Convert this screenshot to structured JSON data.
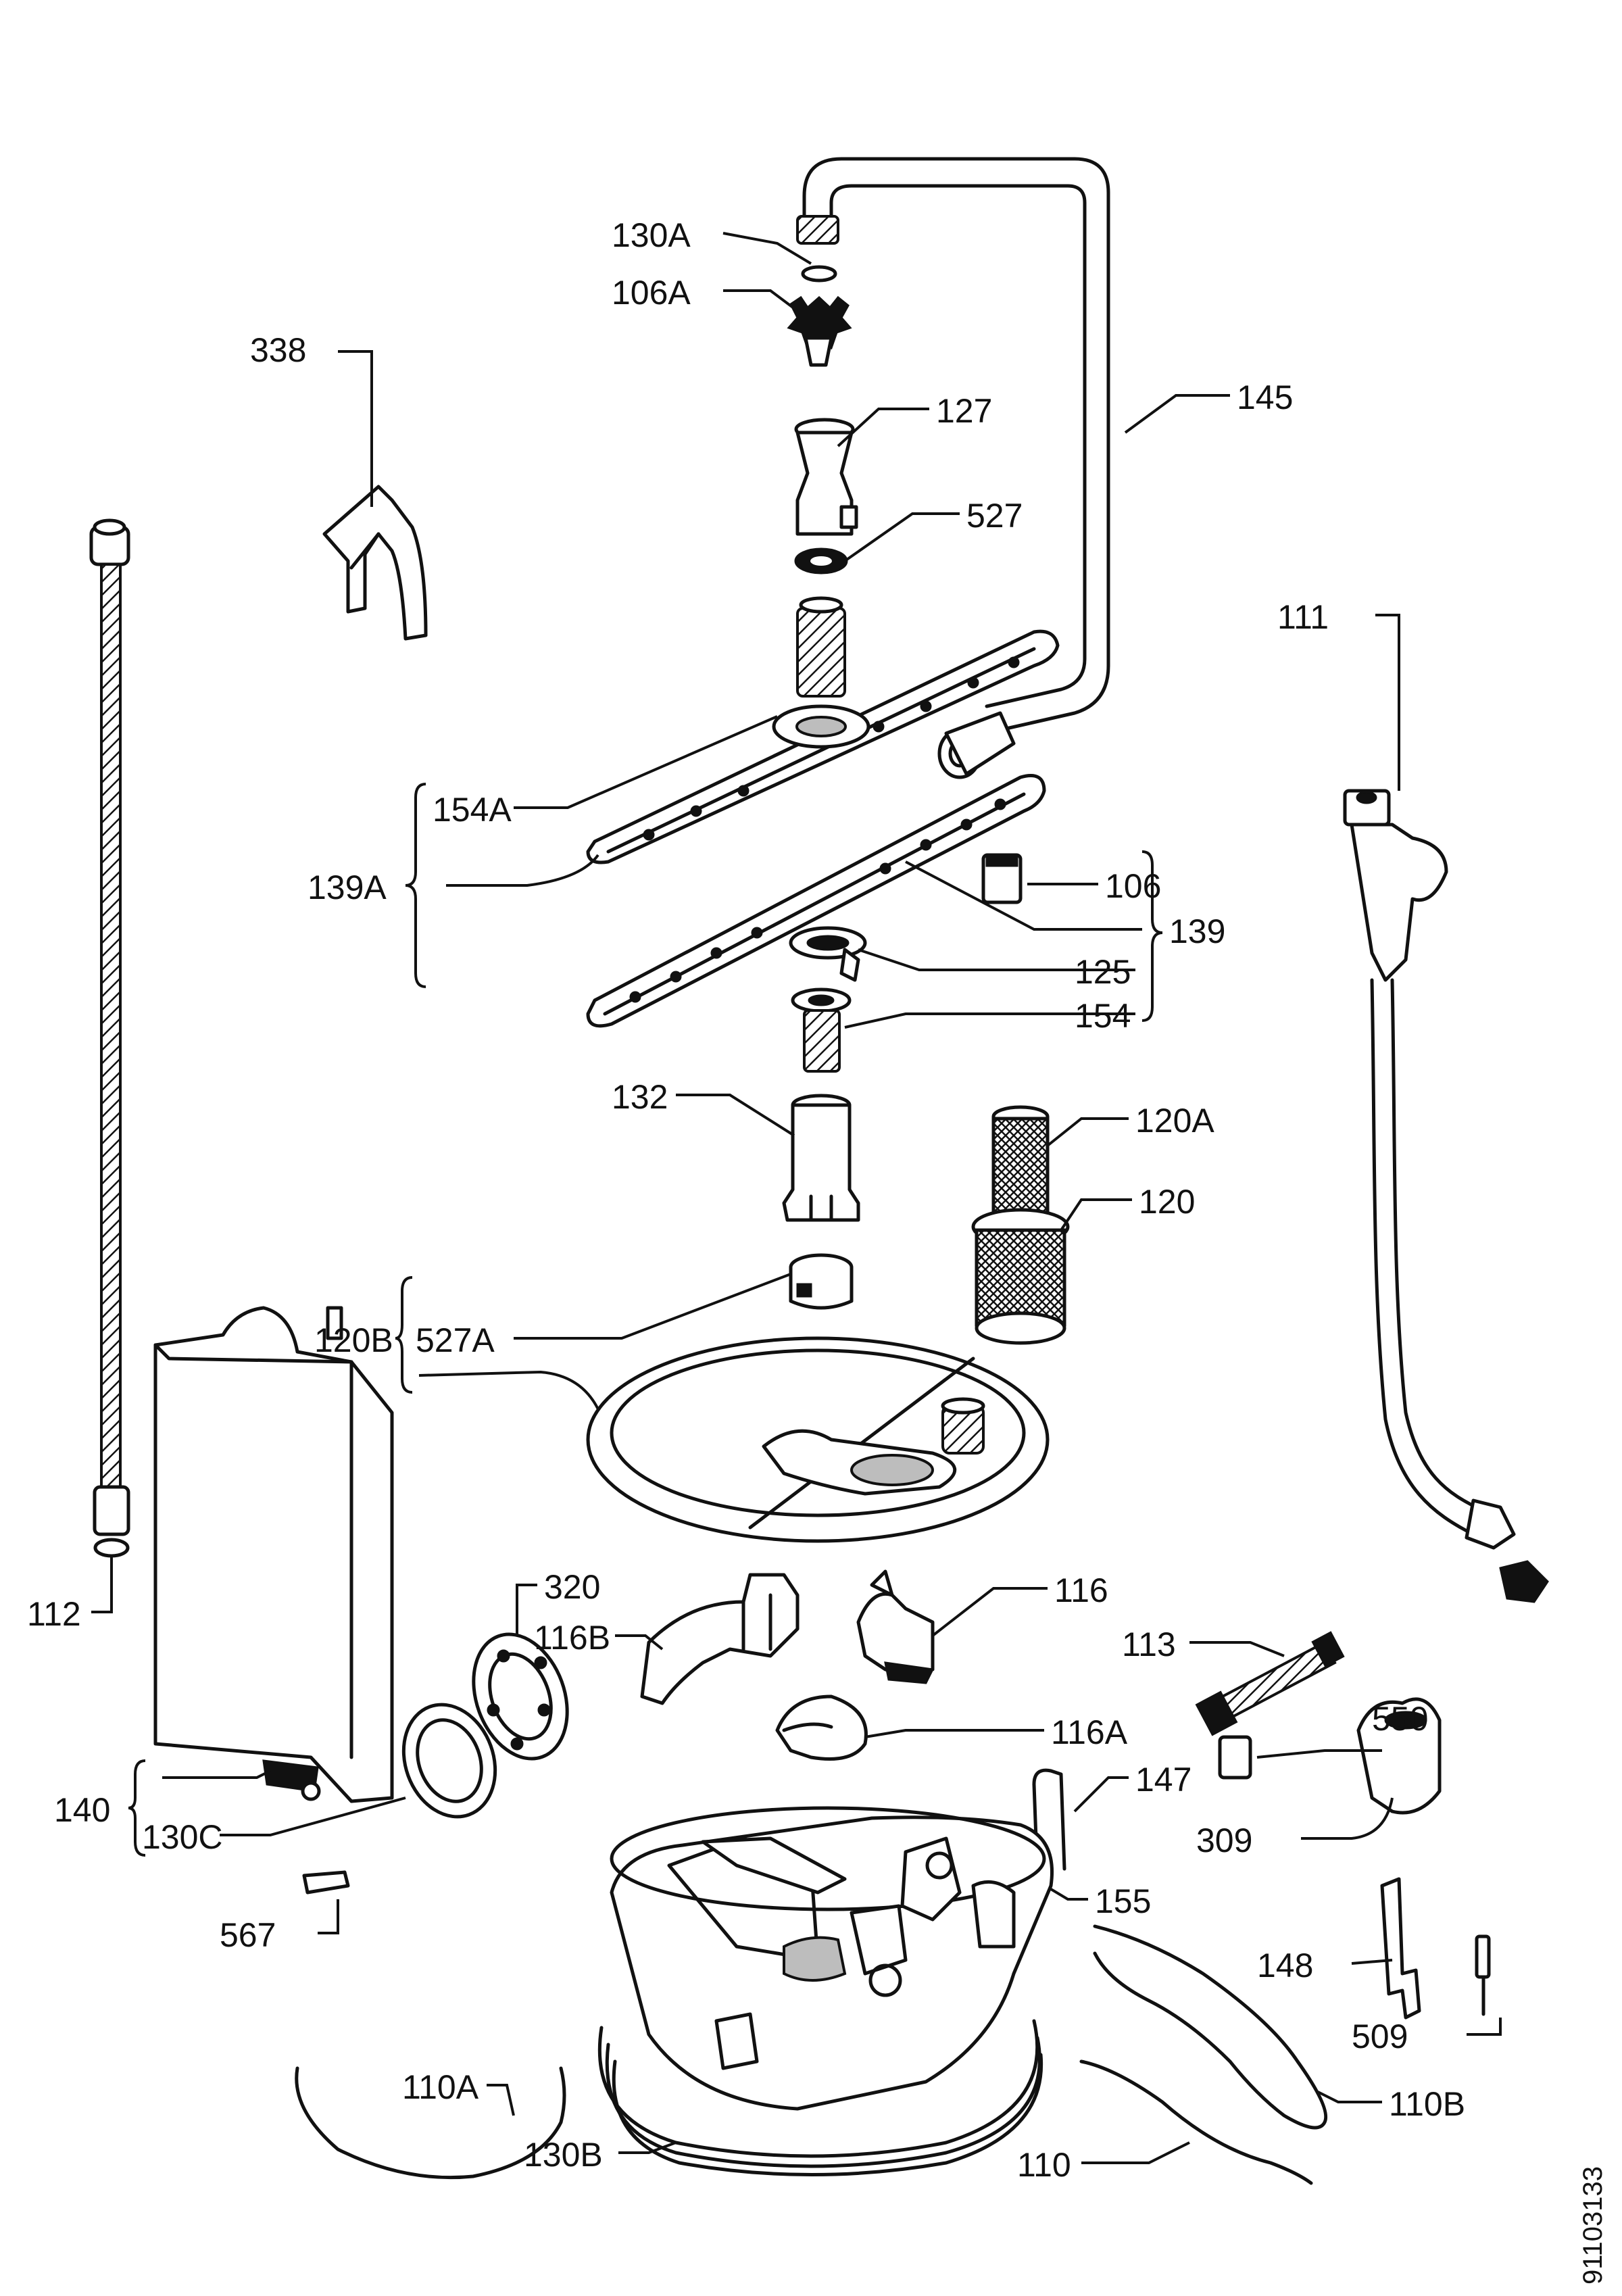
{
  "labels": {
    "l130A": "130A",
    "l106A": "106A",
    "l338": "338",
    "l127": "127",
    "l145": "145",
    "l527": "527",
    "l111": "111",
    "l154A": "154A",
    "l139A": "139A",
    "l106": "106",
    "l139": "139",
    "l125": "125",
    "l154": "154",
    "l132": "132",
    "l120A": "120A",
    "l120": "120",
    "l120B": "120B",
    "l527A": "527A",
    "l112": "112",
    "l320": "320",
    "l116B": "116B",
    "l116": "116",
    "l113": "113",
    "l116A": "116A",
    "l550": "550",
    "l147": "147",
    "l140": "140",
    "l130C": "130C",
    "l309": "309",
    "l567": "567",
    "l155": "155",
    "l148": "148",
    "l509": "509",
    "l110A": "110A",
    "l110B": "110B",
    "l130B": "130B",
    "l110": "110"
  },
  "drawing_number": "91103133"
}
